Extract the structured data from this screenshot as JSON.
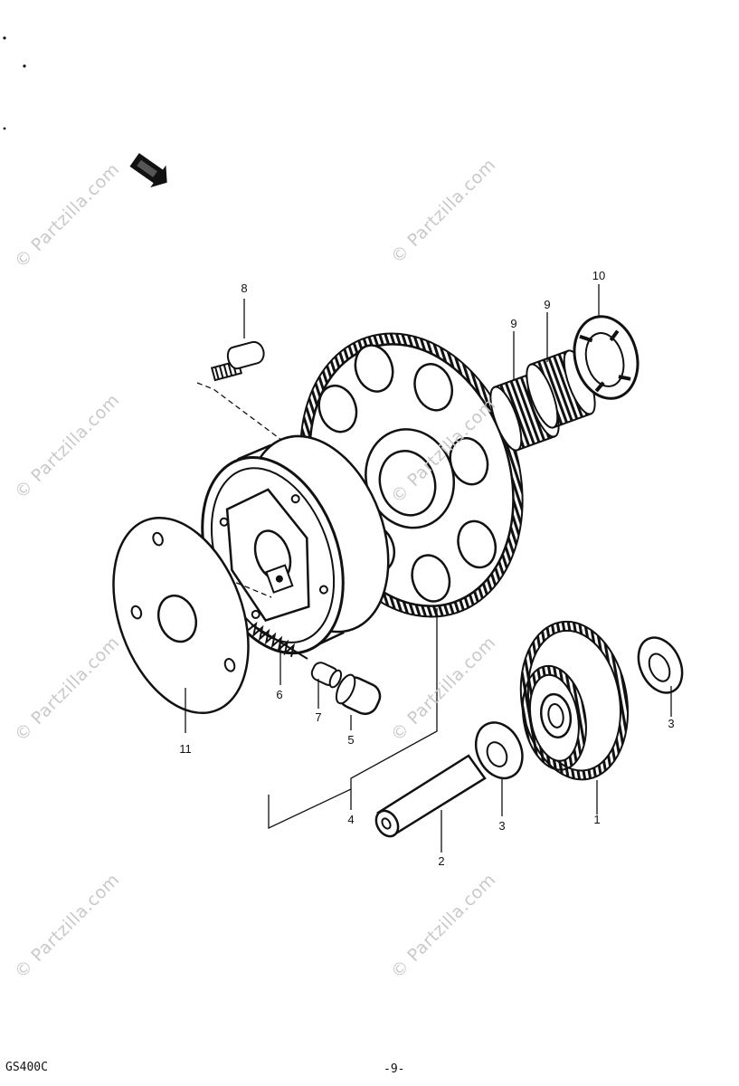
{
  "watermark": "© Partzilla.com",
  "callouts": {
    "p8": "8",
    "p9a": "9",
    "p9b": "9",
    "p10": "10",
    "p11": "11",
    "p6": "6",
    "p7": "7",
    "p5": "5",
    "p4": "4",
    "p2": "2",
    "p3a": "3",
    "p3b": "3",
    "p1": "1"
  },
  "footer": {
    "model": "GS400C",
    "page": "-9-"
  }
}
